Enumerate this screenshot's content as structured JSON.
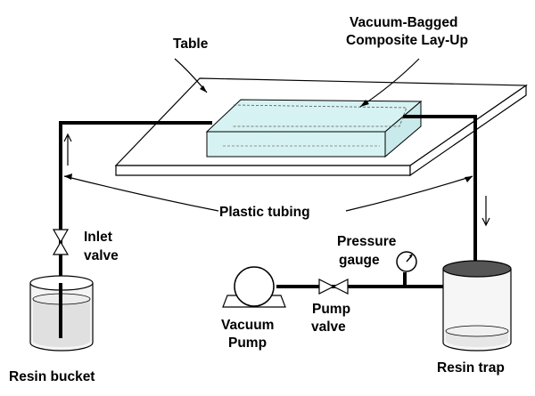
{
  "labels": {
    "table": "Table",
    "layup_line1": "Vacuum-Bagged",
    "layup_line2": "Composite Lay-Up",
    "tubing": "Plastic tubing",
    "inlet_line1": "Inlet",
    "inlet_line2": "valve",
    "pressure_line1": "Pressure",
    "pressure_line2": "gauge",
    "vacuum_line1": "Vacuum",
    "vacuum_line2": "Pump",
    "pumpvalve_line1": "Pump",
    "pumpvalve_line2": "valve",
    "bucket": "Resin bucket",
    "trap": "Resin trap"
  },
  "colors": {
    "tube": "#000000",
    "layup": "#d6f2f2",
    "table_top": "#ffffff",
    "resin": "#e8e8e8",
    "trap_lid": "#555555"
  }
}
